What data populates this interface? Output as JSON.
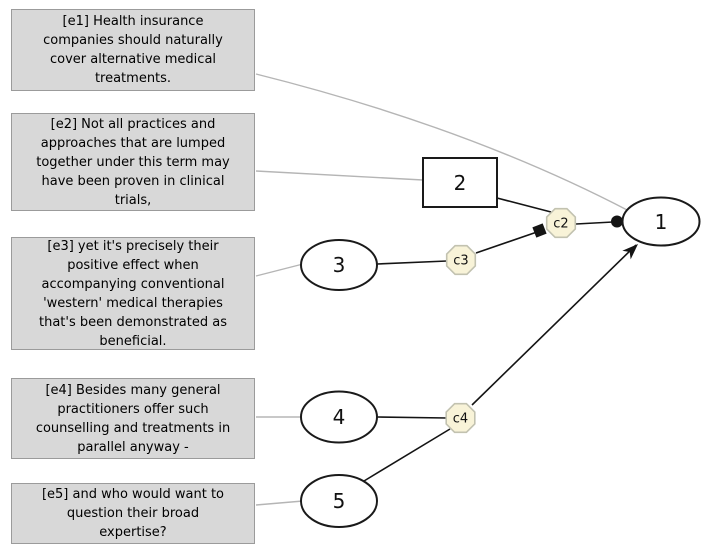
{
  "diagram": {
    "statements": {
      "e1": {
        "id": "e1",
        "text": "[e1] Health insurance\ncompanies should naturally\ncover alternative medical\ntreatments."
      },
      "e2": {
        "id": "e2",
        "text": "[e2] Not all practices and\napproaches that are lumped\ntogether under this term may\nhave been proven in clinical\ntrials,"
      },
      "e3": {
        "id": "e3",
        "text": "[e3] yet it's precisely their\npositive effect when\naccompanying conventional\n'western' medical therapies\nthat's been demonstrated as\nbeneficial."
      },
      "e4": {
        "id": "e4",
        "text": "[e4] Besides many general\npractitioners offer such\ncounselling and treatments in\nparallel anyway -"
      },
      "e5": {
        "id": "e5",
        "text": "[e5] and who would want to\nquestion their broad\nexpertise?"
      }
    },
    "nodes": {
      "n1": {
        "label": "1",
        "shape": "ellipse"
      },
      "n2": {
        "label": "2",
        "shape": "rectangle"
      },
      "n3": {
        "label": "3",
        "shape": "ellipse"
      },
      "n4": {
        "label": "4",
        "shape": "ellipse"
      },
      "n5": {
        "label": "5",
        "shape": "ellipse"
      },
      "c2": {
        "label": "c2",
        "shape": "octagon"
      },
      "c3": {
        "label": "c3",
        "shape": "octagon"
      },
      "c4": {
        "label": "c4",
        "shape": "octagon"
      }
    },
    "edges": [
      {
        "from": "e1",
        "to": "n1",
        "style": "gray-connector-curved"
      },
      {
        "from": "e2",
        "to": "n2",
        "style": "gray-connector"
      },
      {
        "from": "e3",
        "to": "n3",
        "style": "gray-connector"
      },
      {
        "from": "e4",
        "to": "n4",
        "style": "gray-connector"
      },
      {
        "from": "e5",
        "to": "n5",
        "style": "gray-connector"
      },
      {
        "from": "n2",
        "to": "c2",
        "style": "plain"
      },
      {
        "from": "n3",
        "to": "c3",
        "style": "plain"
      },
      {
        "from": "c3",
        "to": "c2",
        "style": "square-terminator"
      },
      {
        "from": "c2",
        "to": "n1",
        "style": "circle-terminator"
      },
      {
        "from": "n4",
        "to": "c4",
        "style": "plain"
      },
      {
        "from": "n5",
        "to": "c4",
        "style": "plain"
      },
      {
        "from": "c4",
        "to": "n1",
        "style": "arrowhead"
      }
    ],
    "colors": {
      "statement_fill": "#d8d8d8",
      "statement_border": "#9b9b9b",
      "node_fill": "#ffffff",
      "node_border": "#1a1a1a",
      "inference_fill": "#f8f3d8",
      "inference_border": "#c2c2b0",
      "connector_gray": "#b5b5b5",
      "edge_black": "#141414",
      "background": "#ffffff"
    }
  }
}
